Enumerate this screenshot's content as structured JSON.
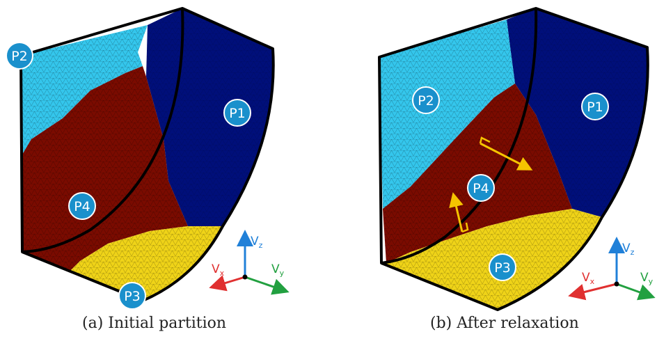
{
  "panels": [
    {
      "caption": "(a) Initial partition",
      "parts": {
        "p1": "P1",
        "p2": "P2",
        "p3": "P3",
        "p4": "P4"
      },
      "axes": {
        "vz": "V",
        "vz_sub": "z",
        "vx": "V",
        "vx_sub": "x",
        "vy": "V",
        "vy_sub": "y"
      }
    },
    {
      "caption": "(b) After relaxation",
      "parts": {
        "p1": "P1",
        "p2": "P2",
        "p3": "P3",
        "p4": "P4"
      },
      "axes": {
        "vz": "V",
        "vz_sub": "z",
        "vx": "V",
        "vx_sub": "x",
        "vy": "V",
        "vy_sub": "y"
      }
    }
  ],
  "colors": {
    "p1": "#000f7a",
    "p2": "#34c6ec",
    "p3": "#efd318",
    "p4": "#7a0b00",
    "badge": "#1a90cc",
    "arrow": "#f5c400",
    "axis_z": "#2080d8",
    "axis_x": "#e03030",
    "axis_y": "#22a040"
  }
}
